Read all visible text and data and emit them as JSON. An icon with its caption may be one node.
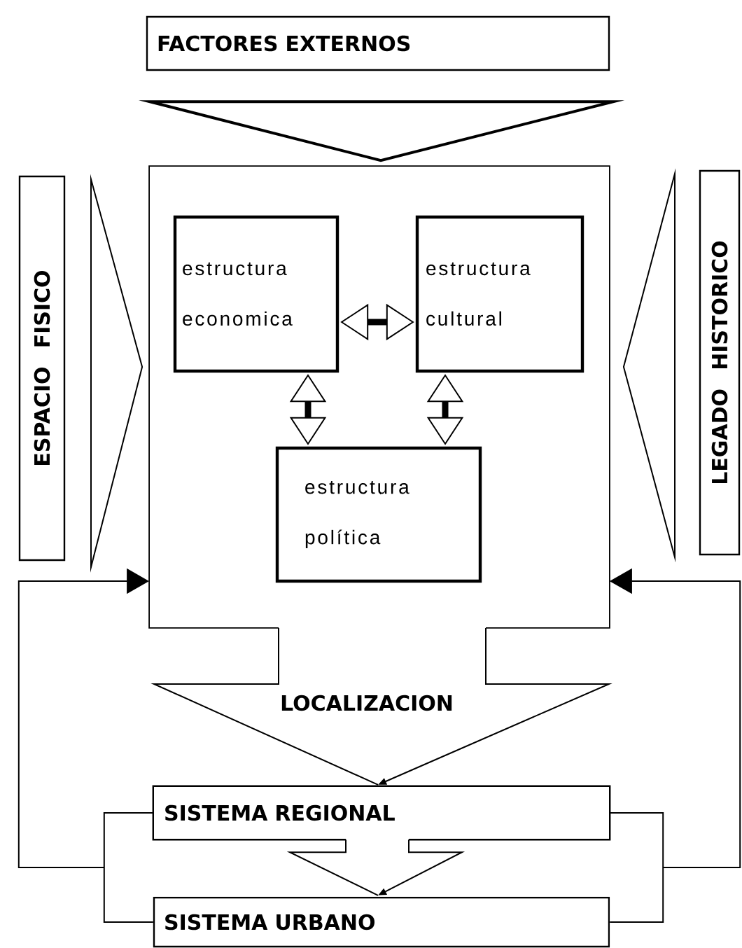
{
  "diagram": {
    "nodes": [
      {
        "text": [
          "FACTORES EXTERNOS"
        ]
      },
      {
        "text": [],
        "shape": "box"
      },
      {
        "text": [
          "ESPACIO FISICO"
        ]
      },
      {
        "text": [
          "LEGADO HISTORICO"
        ]
      },
      {
        "text": [
          "estructura economica"
        ],
        "in": 1
      },
      {
        "text": [
          "estructura cultural"
        ],
        "in": 1
      },
      {
        "text": [
          "estructura política"
        ],
        "in": 1
      },
      {
        "text": [
          "SISTEMA REGIONAL"
        ]
      },
      {
        "text": [
          "SISTEMA URBANO"
        ]
      }
    ],
    "edges": [
      {
        "from": 0,
        "to": 1,
        "arrow": "to",
        "style": "thick"
      },
      {
        "from": 2,
        "to": 1,
        "arrow": "to"
      },
      {
        "from": 3,
        "to": 1,
        "arrow": "to"
      },
      {
        "from": 4,
        "to": 5,
        "arrow": "both",
        "style": "thick"
      },
      {
        "from": 4,
        "to": 6,
        "arrow": "both",
        "style": "thick"
      },
      {
        "from": 5,
        "to": 6,
        "arrow": "both",
        "style": "thick"
      },
      {
        "from": 1,
        "to": 7,
        "arrow": "to",
        "label": "LOCALIZACION"
      },
      {
        "from": 7,
        "to": 8,
        "arrow": "to"
      },
      {
        "from": 7,
        "to": 1,
        "arrow": "to"
      },
      {
        "from": 8,
        "to": 1,
        "arrow": "to"
      },
      {
        "from": 7,
        "to": 1,
        "arrow": "to"
      },
      {
        "from": 8,
        "to": 1,
        "arrow": "to"
      }
    ]
  }
}
